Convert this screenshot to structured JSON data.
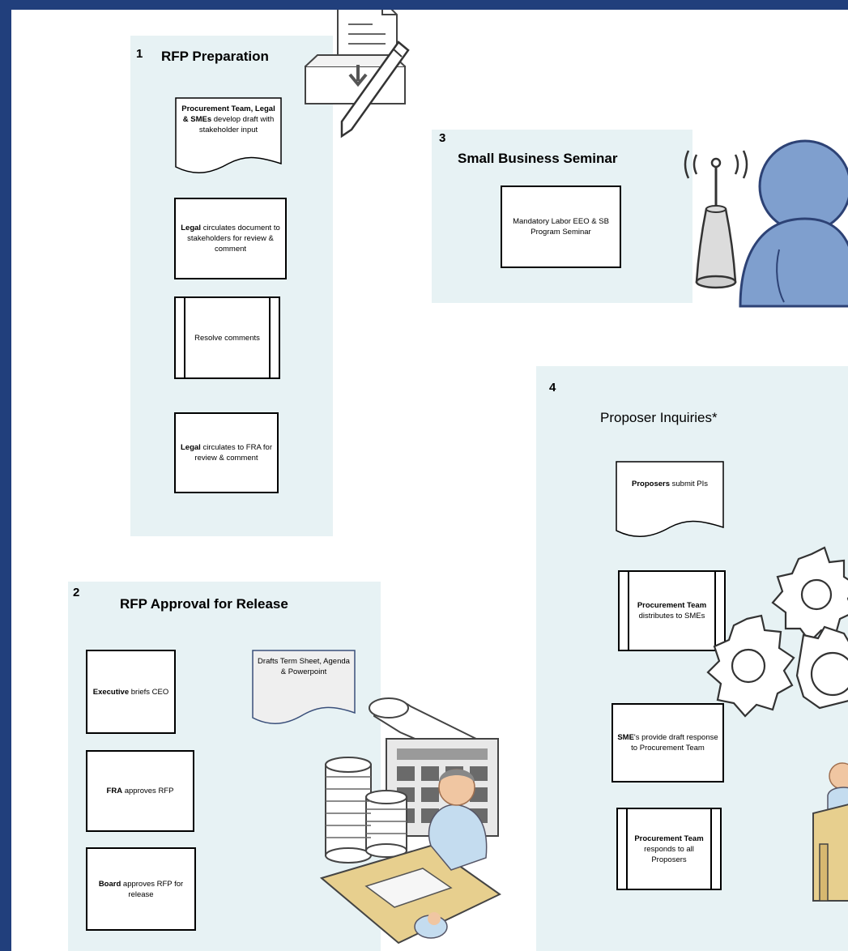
{
  "panels": {
    "p1": {
      "number": "1",
      "title": "RFP Preparation",
      "doc1": {
        "bold": "Procurement Team, Legal & SMEs",
        "rest": " develop draft with stakeholder input"
      },
      "step2": {
        "bold": "Legal",
        "rest": " circulates document to stakeholders for review & comment"
      },
      "step3": {
        "bold": "",
        "rest": "Resolve comments"
      },
      "step4": {
        "bold": "Legal",
        "rest": " circulates to FRA for review & comment"
      }
    },
    "p2": {
      "number": "2",
      "title": "RFP Approval for Release",
      "step1": {
        "bold": "Executive",
        "rest": " briefs CEO"
      },
      "doc": {
        "bold": "",
        "rest": "Drafts Term Sheet, Agenda & Powerpoint"
      },
      "step2": {
        "bold": "FRA",
        "rest": " approves RFP"
      },
      "step3": {
        "bold": "Board",
        "rest": " approves RFP for release"
      }
    },
    "p3": {
      "number": "3",
      "title": "Small Business Seminar",
      "step1": {
        "bold": "",
        "rest": "Mandatory Labor EEO & SB Program Seminar"
      }
    },
    "p4": {
      "number": "4",
      "title": "Proposer Inquiries*",
      "doc": {
        "bold": "Proposers",
        "rest": " submit PIs"
      },
      "step2": {
        "bold": "Procurement Team",
        "rest": " distributes to SMEs"
      },
      "step3": {
        "bold": "SME",
        "rest": "'s provide draft response to Procurement Team"
      },
      "step4": {
        "bold": "Procurement Team",
        "rest": " responds to all Proposers"
      }
    }
  },
  "icons": [
    "document-pencil-icon",
    "broadcast-person-icon",
    "gears-icon",
    "accounting-desk-icon",
    "person-desk-icon"
  ],
  "colors": {
    "background": "#213f7c",
    "panel": "#e7f2f4",
    "person": "#7f9fce",
    "desk": "#e7cf8e"
  }
}
